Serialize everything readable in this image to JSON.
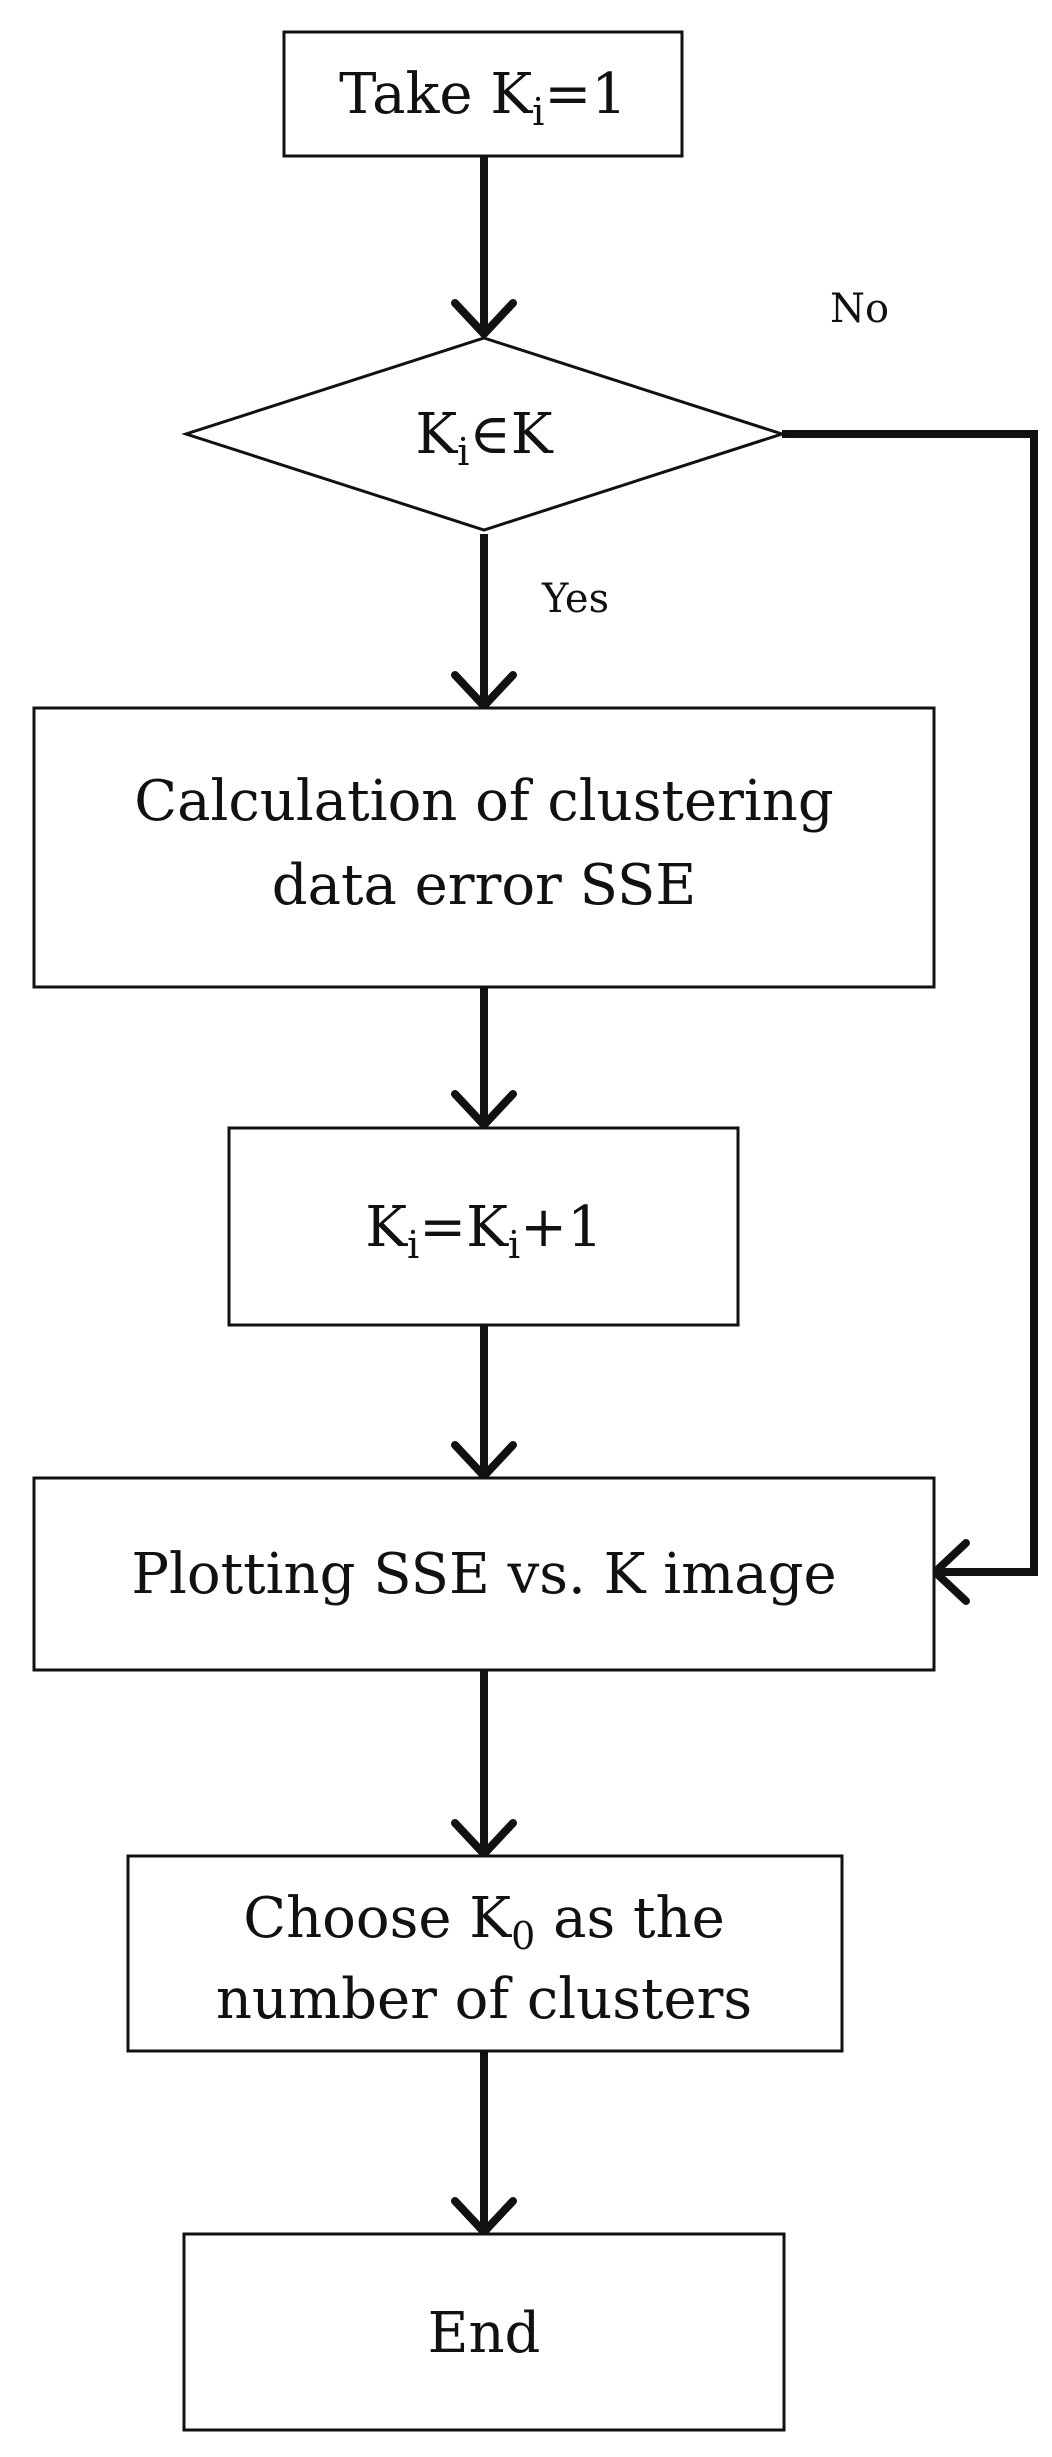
{
  "flowchart": {
    "nodes": {
      "take_k": {
        "shape": "rectangle",
        "parts": [
          {
            "text": "Take K"
          },
          {
            "text": "i",
            "sub": true
          },
          {
            "text": "=1"
          }
        ]
      },
      "condition": {
        "shape": "diamond",
        "parts": [
          {
            "text": "K"
          },
          {
            "text": "i",
            "sub": true
          },
          {
            "text": "∈K"
          }
        ]
      },
      "calculate_sse": {
        "shape": "rectangle",
        "line1": "Calculation of clustering",
        "line2": "data error SSE"
      },
      "increment": {
        "shape": "rectangle",
        "parts": [
          {
            "text": "K"
          },
          {
            "text": "i",
            "sub": true
          },
          {
            "text": "=K"
          },
          {
            "text": "i",
            "sub": true
          },
          {
            "text": "+1"
          }
        ]
      },
      "plot": {
        "shape": "rectangle",
        "text": "Plotting SSE vs. K image"
      },
      "choose": {
        "shape": "rectangle",
        "line1_parts": [
          {
            "text": "Choose K"
          },
          {
            "text": "0",
            "sub": true
          },
          {
            "text": " as the"
          }
        ],
        "line2": "number of clusters"
      },
      "end": {
        "shape": "rectangle",
        "text": "End"
      }
    },
    "edges": [
      {
        "from": "take_k",
        "to": "condition",
        "label": ""
      },
      {
        "from": "condition",
        "to": "calculate_sse",
        "label": "Yes"
      },
      {
        "from": "calculate_sse",
        "to": "increment",
        "label": ""
      },
      {
        "from": "increment",
        "to": "plot",
        "label": ""
      },
      {
        "from": "condition",
        "to": "plot",
        "label": "No"
      },
      {
        "from": "plot",
        "to": "choose",
        "label": ""
      },
      {
        "from": "choose",
        "to": "end",
        "label": ""
      }
    ]
  }
}
